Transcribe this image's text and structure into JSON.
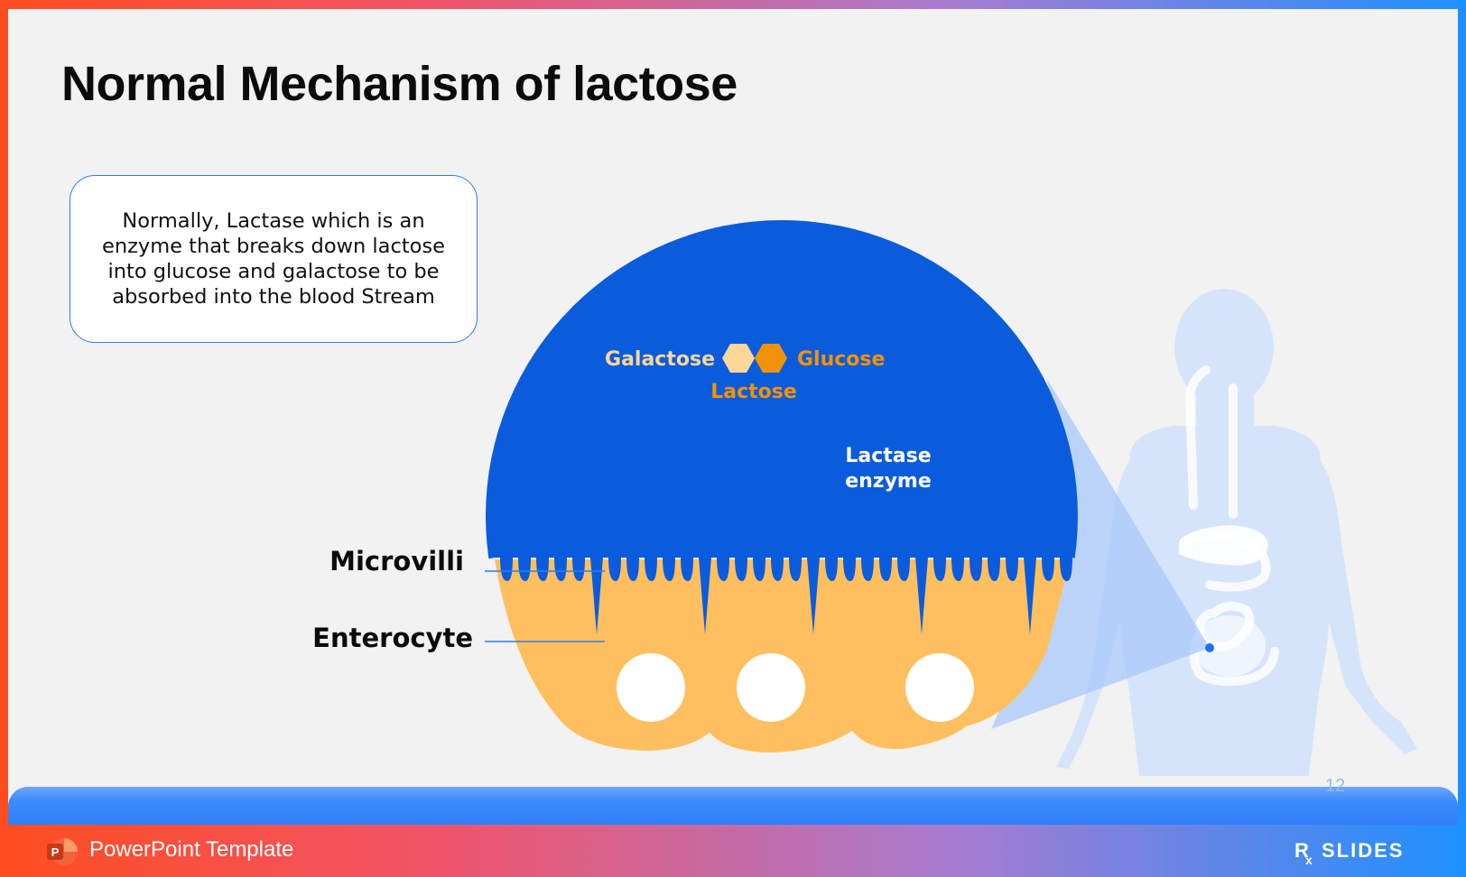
{
  "slide": {
    "title": "Normal Mechanism of lactose",
    "callout_text": "Normally, Lactase which is an enzyme that breaks down lactose into glucose and galactose to be absorbed into the blood Stream",
    "page_number": "12"
  },
  "diagram": {
    "galactose_label": "Galactose",
    "glucose_label": "Glucose",
    "lactose_label": "Lactose",
    "lactase_line1": "Lactase",
    "lactase_line2": "enzyme",
    "microvilli_label": "Microvilli",
    "enterocyte_label": "Enterocyte"
  },
  "footer": {
    "template_label": "PowerPoint Template",
    "brand_prefix": "R",
    "brand_sub": "x",
    "brand_name": "SLIDES"
  },
  "colors": {
    "lumen_blue": "#0a5cdc",
    "cell_orange": "#ffbf5f",
    "galactose_fill": "#fdd69a",
    "glucose_fill": "#f2920a",
    "orange_text": "#f2920a",
    "body_silhouette": "#d6e4fb"
  }
}
